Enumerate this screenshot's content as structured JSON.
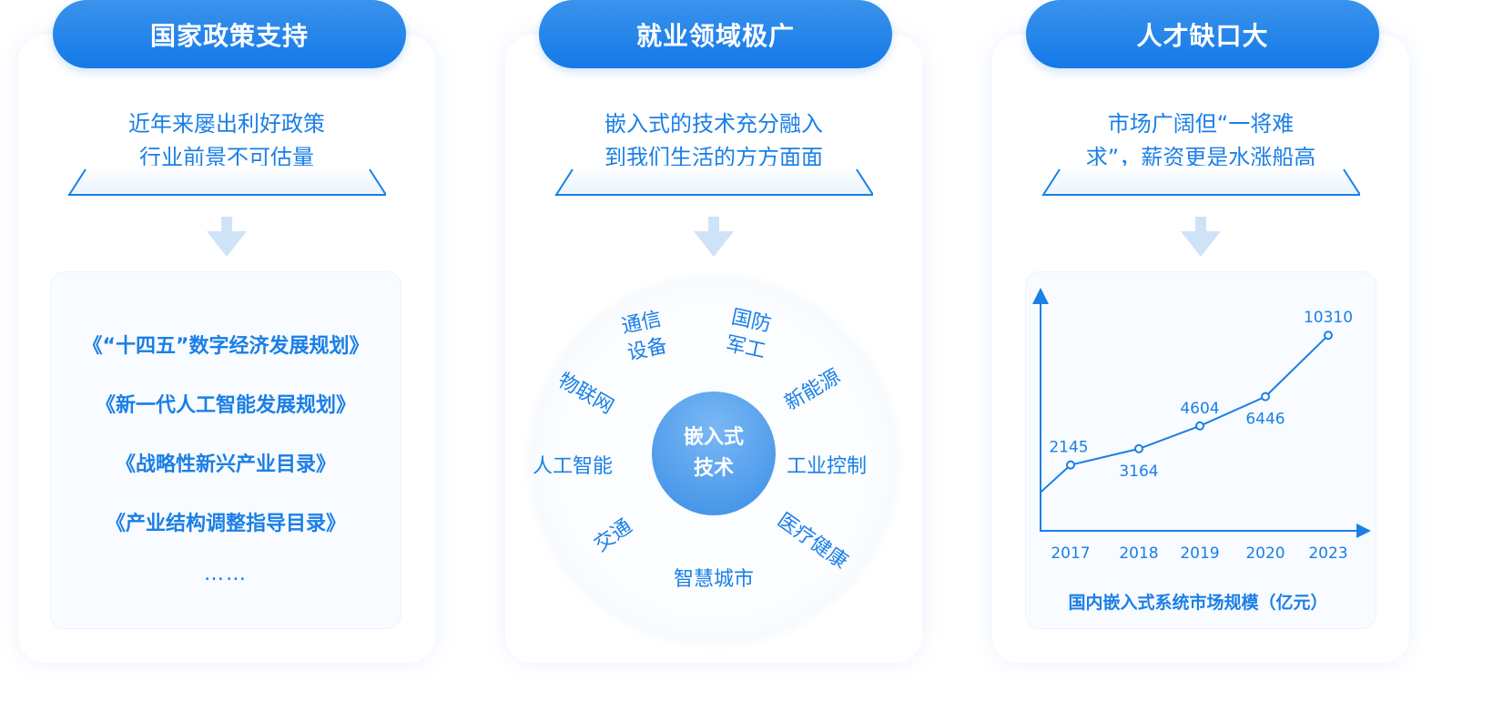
{
  "columns": [
    {
      "title": "国家政策支持",
      "subtitle": [
        "近年来屡出利好政策",
        "行业前景不可估量"
      ]
    },
    {
      "title": "就业领域极广",
      "subtitle": [
        "嵌入式的技术充分融入",
        "到我们生活的方方面面"
      ]
    },
    {
      "title": "人才缺口大",
      "subtitle": [
        "市场广阔但“一将难",
        "求”，薪资更是水涨船高"
      ]
    }
  ],
  "policies": [
    "《“十四五”数字经济发展规划》",
    "《新一代人工智能发展规划》",
    "《战略性新兴产业目录》",
    "《产业结构调整指导目录》",
    "……"
  ],
  "diagram": {
    "center": [
      "嵌入式",
      "技术"
    ],
    "fields": [
      [
        "通信",
        "设备"
      ],
      [
        "国防",
        "军工"
      ],
      [
        "新能源"
      ],
      [
        "工业控制"
      ],
      [
        "医疗健康"
      ],
      [
        "智慧城市"
      ],
      [
        "交通"
      ],
      [
        "人工智能"
      ],
      [
        "物联网"
      ]
    ]
  },
  "chart_data": {
    "type": "line",
    "title": "国内嵌入式系统市场规模（亿元）",
    "categories": [
      "2017",
      "2018",
      "2019",
      "2020",
      "2023"
    ],
    "values": [
      2145,
      3164,
      4604,
      6446,
      10310
    ],
    "ylim": [
      -2000,
      12500
    ],
    "grid": false,
    "color": "#1a7fe6"
  }
}
